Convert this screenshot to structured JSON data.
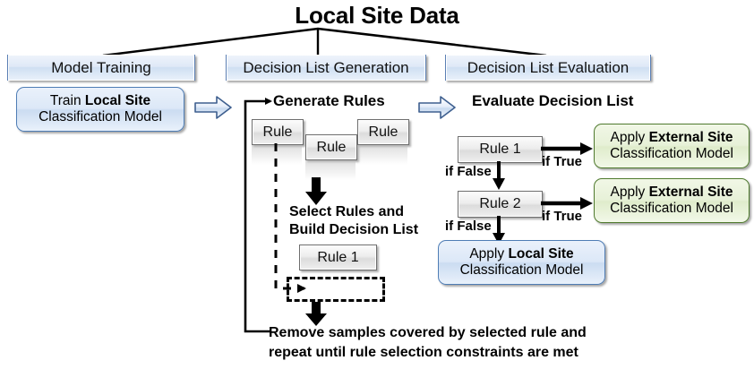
{
  "title": "Local Site Data",
  "headers": [
    {
      "label": "Model Training"
    },
    {
      "label": "Decision List Generation"
    },
    {
      "label": "Decision List Evaluation"
    }
  ],
  "model_training": {
    "box": {
      "line1_pre": "Train ",
      "line1_bold": "Local Site",
      "line2": "Classification Model"
    }
  },
  "decision_list_generation": {
    "heading": "Generate Rules",
    "rules": [
      {
        "label": "Rule"
      },
      {
        "label": "Rule"
      },
      {
        "label": "Rule"
      }
    ],
    "select_heading_line1": "Select Rules and",
    "select_heading_line2": "Build Decision List",
    "selected_rule": "Rule 1",
    "loop_text_line1": "Remove samples covered by selected rule and",
    "loop_text_line2": "repeat until rule selection constraints are met"
  },
  "decision_list_evaluation": {
    "heading": "Evaluate Decision List",
    "rules": [
      {
        "label": "Rule 1",
        "true_label": "if True",
        "false_label": "if False"
      },
      {
        "label": "Rule 2",
        "true_label": "if True",
        "false_label": "if False"
      }
    ],
    "external_boxes": [
      {
        "line1_pre": "Apply ",
        "line1_bold": "External Site",
        "line2": "Classification Model"
      },
      {
        "line1_pre": "Apply ",
        "line1_bold": "External Site",
        "line2": "Classification Model"
      }
    ],
    "local_box": {
      "line1_pre": "Apply ",
      "line1_bold": "Local Site",
      "line2": "Classification Model"
    }
  },
  "flow_arrows": [
    {
      "name": "stage-arrow-training-to-generation"
    },
    {
      "name": "stage-arrow-generation-to-evaluation"
    }
  ],
  "colors": {
    "blue_fill": "#dce8f7",
    "blue_border": "#4f7db5",
    "green_fill": "#e7f1d8",
    "green_border": "#4f7a2e",
    "gray_fill": "#ededed",
    "line": "#000000"
  }
}
